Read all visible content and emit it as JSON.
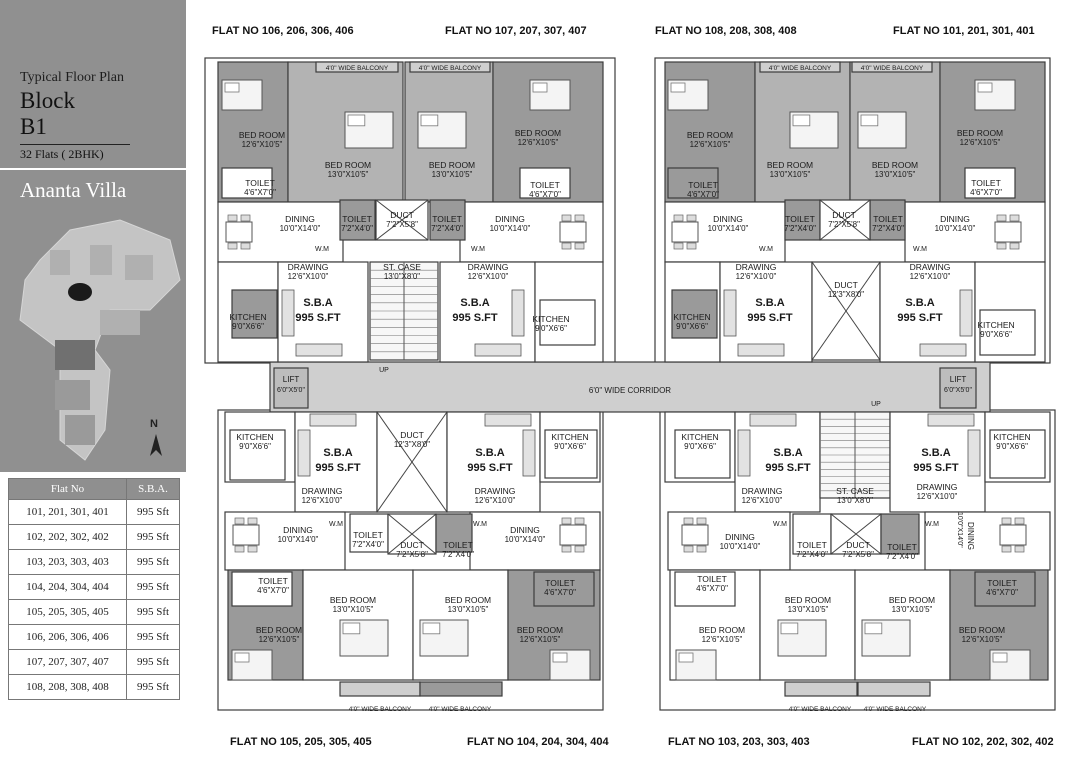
{
  "sidebar": {
    "subtitle": "Typical Floor Plan",
    "block_line1": "Block",
    "block_line2": "B1",
    "flats": "32 Flats ( 2BHK)",
    "project": "Ananta Villa",
    "north": "N"
  },
  "table": {
    "headers": [
      "Flat No",
      "S.B.A."
    ],
    "rows": [
      [
        "101, 201, 301, 401",
        "995 Sft"
      ],
      [
        "102, 202, 302, 402",
        "995 Sft"
      ],
      [
        "103, 203, 303, 403",
        "995 Sft"
      ],
      [
        "104, 204, 304, 404",
        "995 Sft"
      ],
      [
        "105, 205, 305, 405",
        "995 Sft"
      ],
      [
        "106, 206, 306, 406",
        "995 Sft"
      ],
      [
        "107, 207, 307, 407",
        "995 Sft"
      ],
      [
        "108, 208, 308, 408",
        "995 Sft"
      ]
    ]
  },
  "flat_labels": {
    "top": [
      "FLAT NO 106, 206, 306, 406",
      "FLAT NO 107, 207, 307, 407",
      "FLAT NO 108, 208, 308, 408",
      "FLAT NO 101, 201, 301, 401"
    ],
    "bottom": [
      "FLAT NO 105, 205, 305, 405",
      "FLAT NO 104, 204, 304, 404",
      "FLAT NO 103, 203, 303, 403",
      "FLAT NO 102, 202, 302, 402"
    ]
  },
  "plan": {
    "sba": "S.B.A",
    "sba_area": "995 S.FT",
    "corridor": "6'0\" WIDE CORRIDOR",
    "lift": "LIFT",
    "lift_size": "6'0\"X5'0\"",
    "balcony": "4'0\" WIDE BALCONY",
    "bed": "BED ROOM",
    "bed1_size": "12'6\"X10'5\"",
    "bed2_size": "13'0\"X10'5\"",
    "dining": "DINING",
    "dining_size": "10'0\"X14'0\"",
    "drawing": "DRAWING",
    "drawing_size": "12'6\"X10'0\"",
    "kitchen": "KITCHEN",
    "kitchen_size": "9'0\"X6'6\"",
    "toilet": "TOILET",
    "toilet1_size": "4'6\"X7'0\"",
    "toilet2_size": "7'2\"X4'0\"",
    "duct": "DUCT",
    "duct_small": "7'2\"X5'8\"",
    "duct_big": "12'3\"X8'0\"",
    "stair": "ST. CASE",
    "stair_size": "13'0\"X8'0\"",
    "up": "UP",
    "wm": "W.M"
  }
}
